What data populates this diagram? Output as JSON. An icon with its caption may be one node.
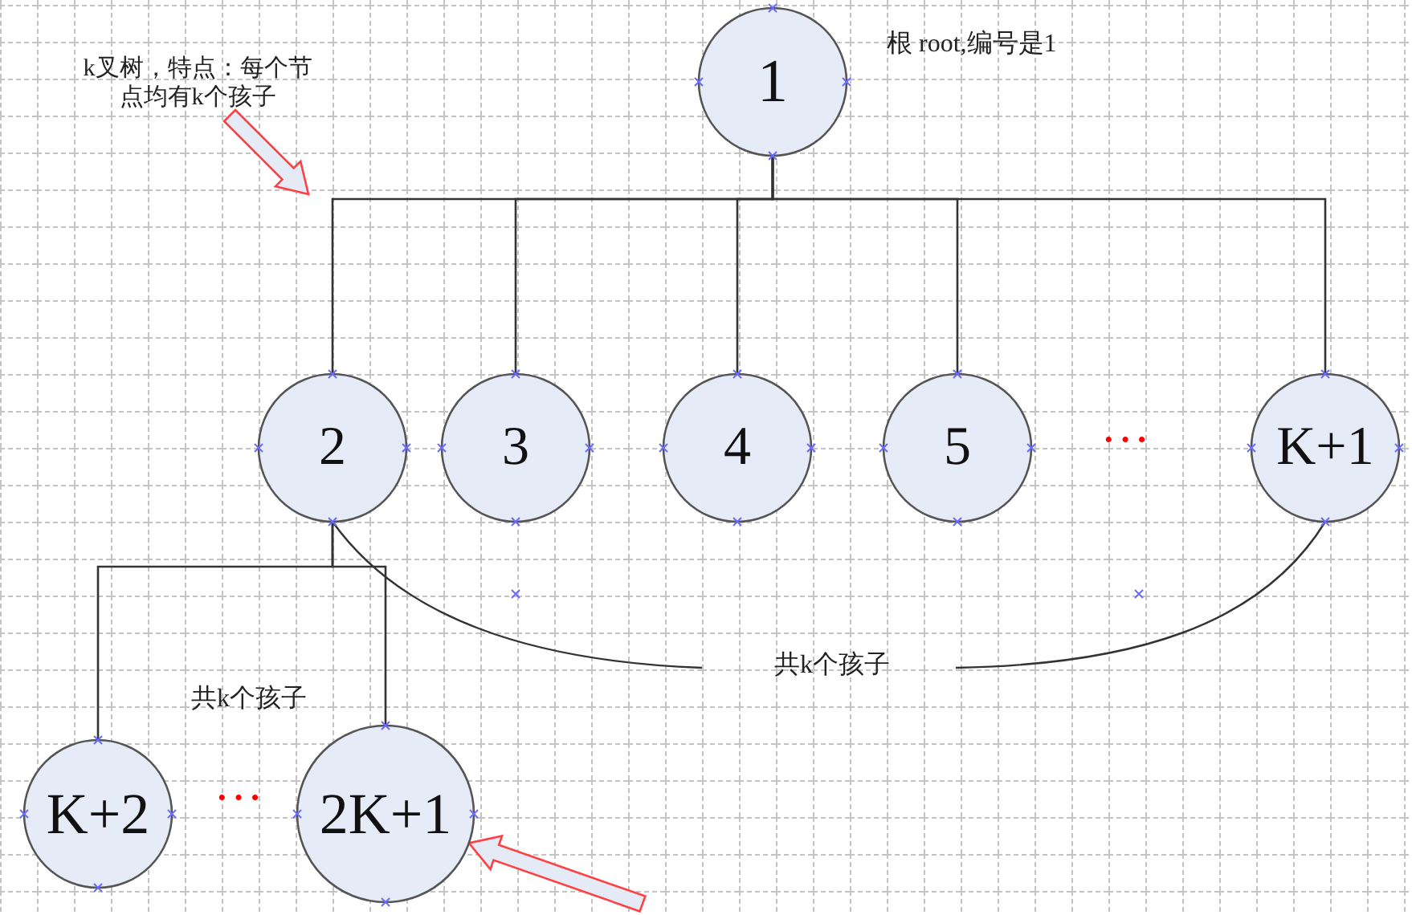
{
  "diagram": {
    "nodes": [
      {
        "text": [
          "k叉树，特点：每个节点均有k个孩子"
        ]
      },
      {
        "text": [
          "1"
        ],
        "beside": [
          "根 root,编号是1"
        ]
      },
      {
        "text": [
          "2"
        ]
      },
      {
        "text": [
          "3"
        ]
      },
      {
        "text": [
          "4"
        ]
      },
      {
        "text": [
          "5"
        ]
      },
      {
        "text": [
          "K+1"
        ]
      },
      {
        "text": [
          "K+2"
        ]
      },
      {
        "text": [
          "2K+1"
        ]
      }
    ],
    "edges": [
      {
        "from": 0,
        "to": null,
        "arrow": "to",
        "style": "thick",
        "color": "#ff4040"
      },
      {
        "from": 1,
        "to": 2,
        "arrow": "none"
      },
      {
        "from": 1,
        "to": 3,
        "arrow": "none"
      },
      {
        "from": 1,
        "to": 4,
        "arrow": "none"
      },
      {
        "from": 1,
        "to": 5,
        "arrow": "none"
      },
      {
        "from": 1,
        "to": 6,
        "arrow": "none"
      },
      {
        "from": 2,
        "to": 7,
        "arrow": "none"
      },
      {
        "from": 2,
        "to": 8,
        "arrow": "none"
      },
      {
        "from": null,
        "to": 8,
        "arrow": "to",
        "style": "thick",
        "color": "#ff4040"
      }
    ],
    "labels": [
      "···",
      "共k个孩子",
      "共k个孩子",
      "···"
    ]
  }
}
